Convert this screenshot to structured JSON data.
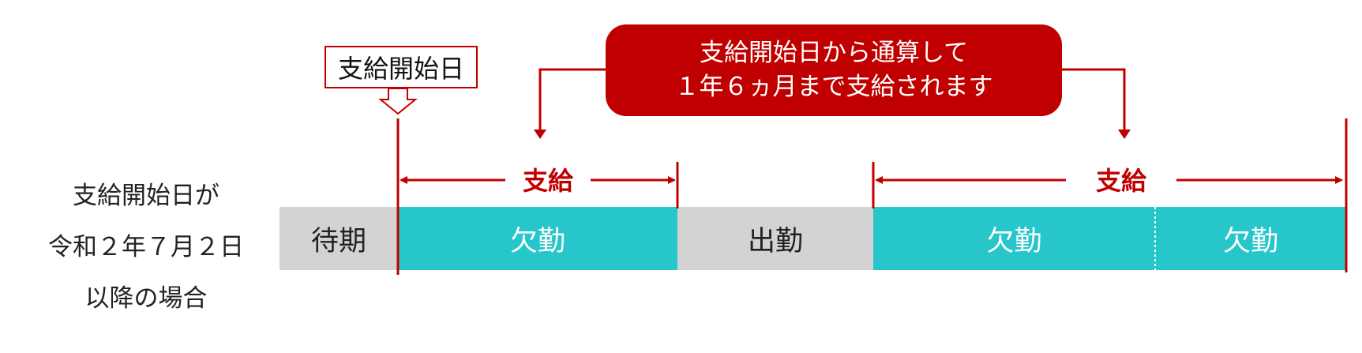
{
  "left_label": {
    "line1": "支給開始日が",
    "line2": "令和２年７月２日",
    "line3": "以降の場合"
  },
  "start_box": "支給開始日",
  "callout": {
    "line1": "支給開始日から通算して",
    "line2": "１年６ヵ月まで支給されます"
  },
  "pay_labels": [
    "支給",
    "支給"
  ],
  "segments": [
    {
      "label": "待期",
      "kind": "waiting"
    },
    {
      "label": "欠勤",
      "kind": "absence"
    },
    {
      "label": "出勤",
      "kind": "work"
    },
    {
      "label": "欠勤",
      "kind": "absence"
    },
    {
      "label": "欠勤",
      "kind": "absence"
    }
  ],
  "colors": {
    "accent_red": "#c00000",
    "absence": "#27c6cb",
    "grey": "#d3d3d3"
  }
}
